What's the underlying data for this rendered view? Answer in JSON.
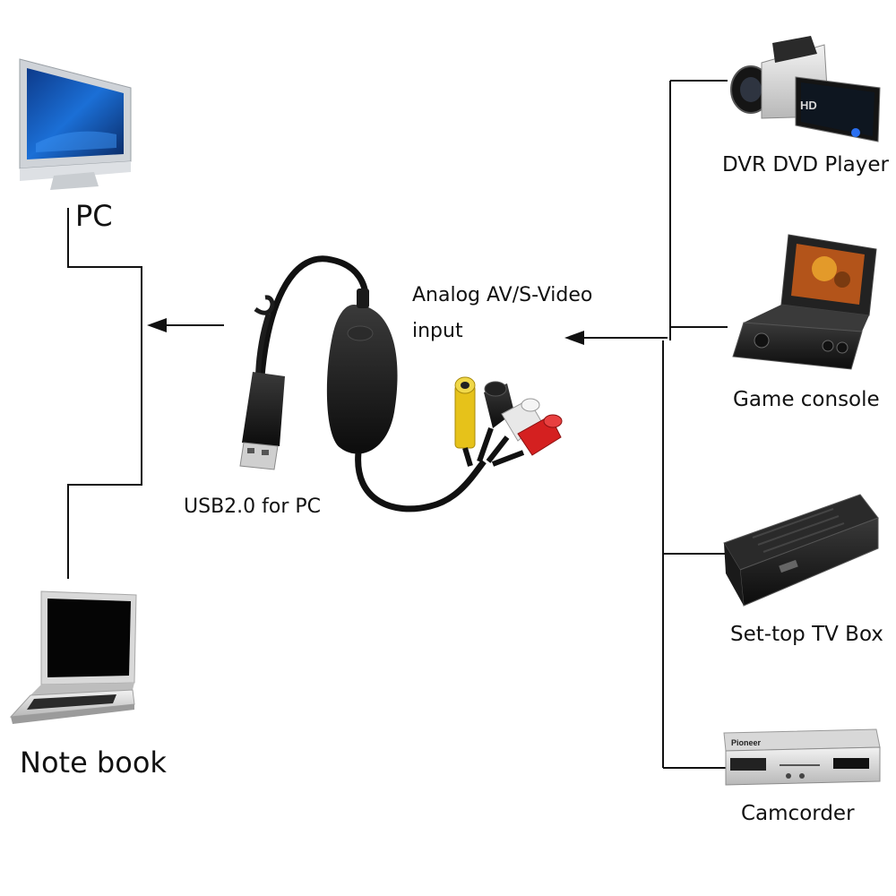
{
  "labels": {
    "pc": "PC",
    "notebook": "Note book",
    "usb": "USB2.0 for PC",
    "input_line1": "Analog AV/S-Video",
    "input_line2": "input",
    "dvr": "DVR DVD Player",
    "game": "Game console",
    "settop": "Set-top TV Box",
    "camcorder": "Camcorder"
  },
  "device_marks": {
    "camera_badge": "HD",
    "receiver_brand": "Pioneer"
  },
  "colors": {
    "line": "#111111",
    "rca_yellow": "#e6c21a",
    "rca_white": "#e8e8e8",
    "rca_red": "#d42020",
    "cable": "#111111"
  }
}
